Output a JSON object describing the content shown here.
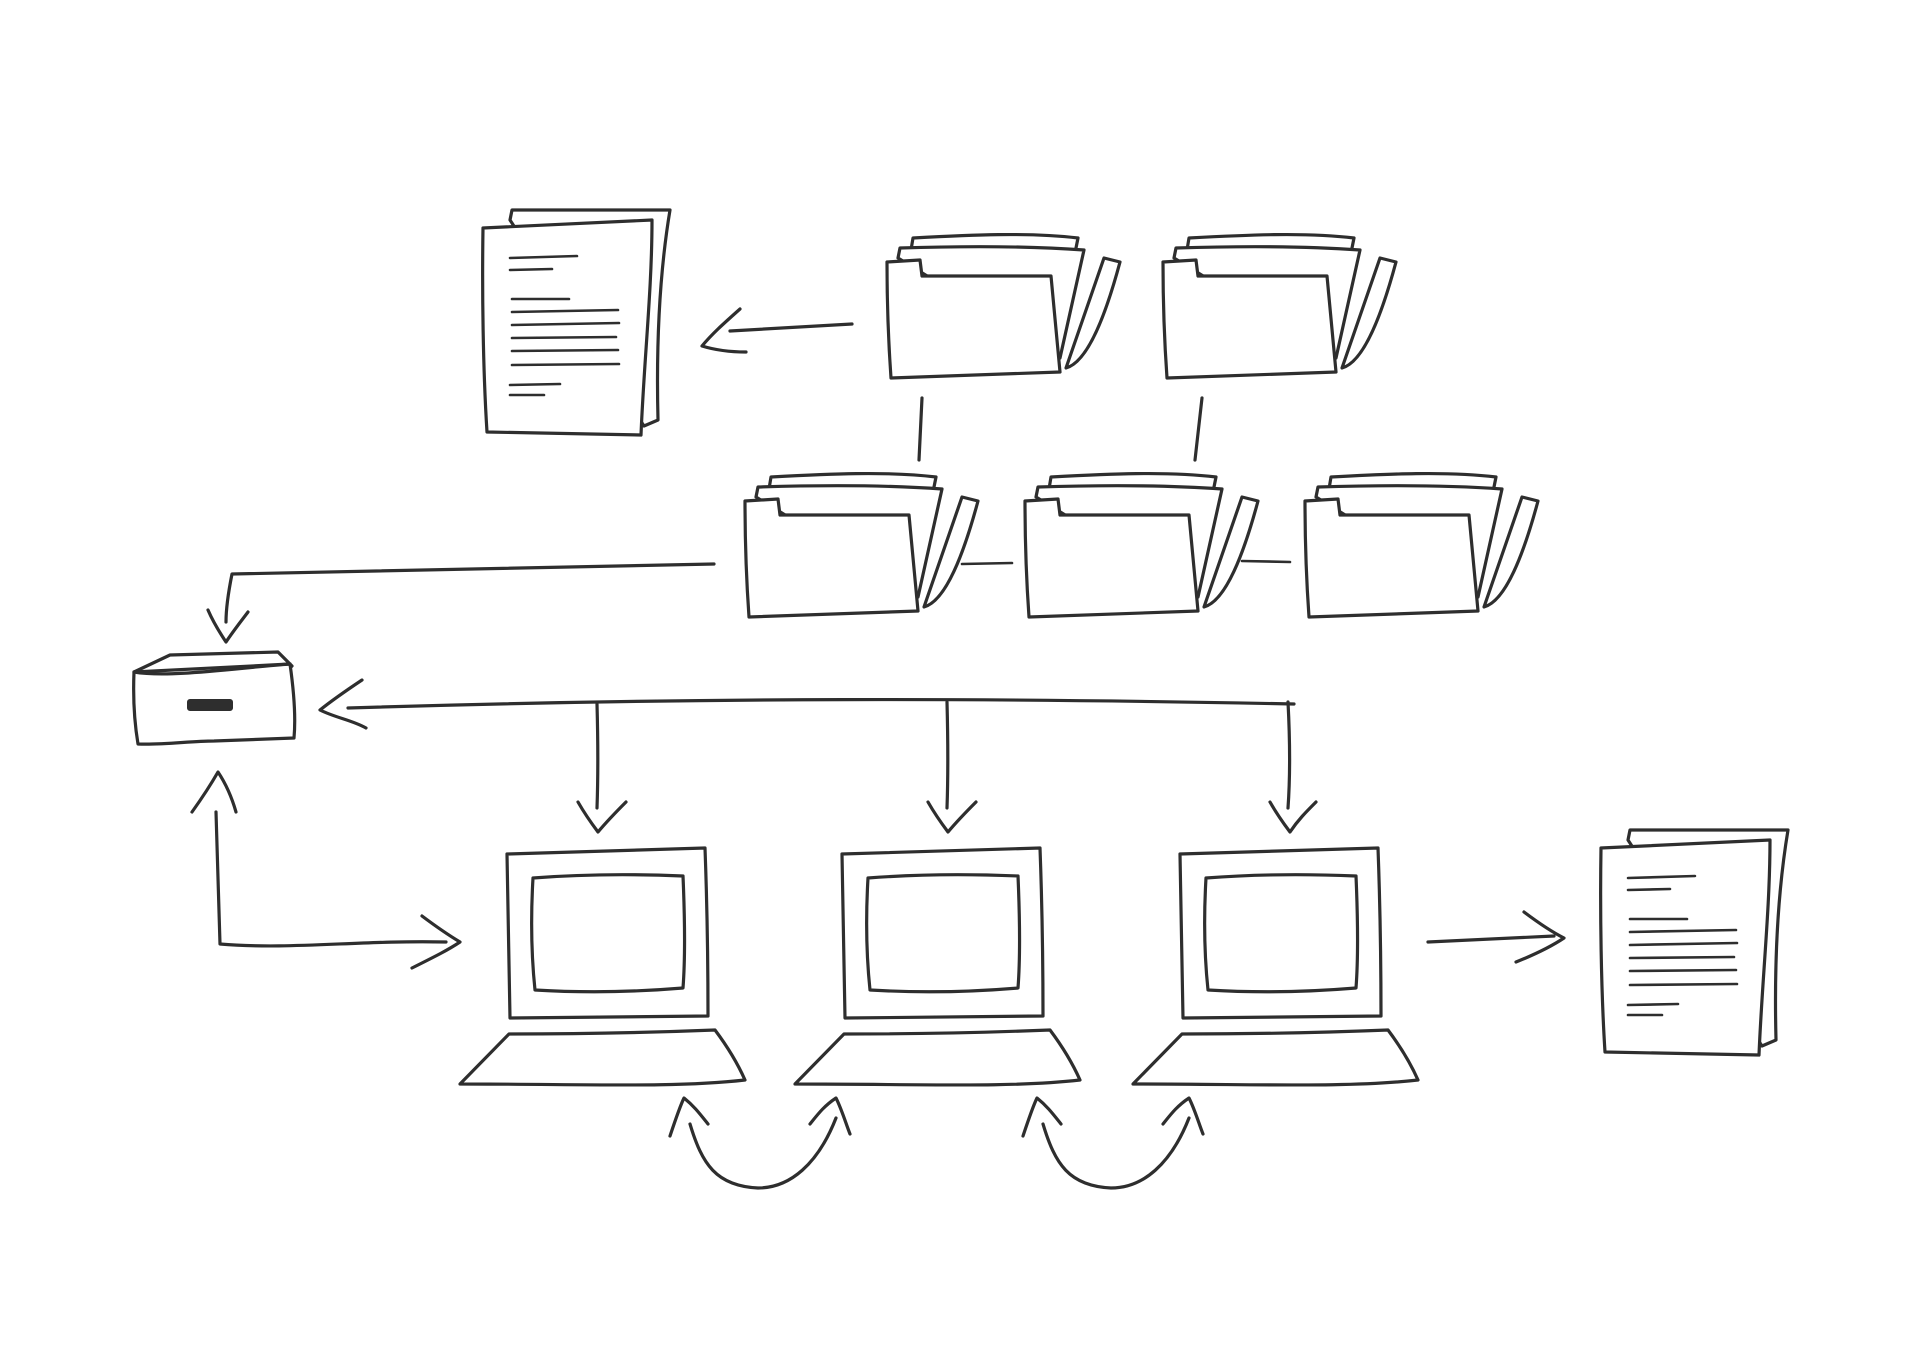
{
  "ink_color": "#2e2e2e",
  "background_color": "#ffffff",
  "nodes": {
    "documents": [
      "document-top-left",
      "document-bottom-right"
    ],
    "folders": [
      "folder-top-1",
      "folder-top-2",
      "folder-middle-1",
      "folder-middle-2",
      "folder-middle-3"
    ],
    "server": "server-box",
    "laptops": [
      "laptop-1",
      "laptop-2",
      "laptop-3"
    ]
  },
  "icons": [
    "document-icon",
    "folder-icon",
    "server-icon",
    "laptop-icon",
    "arrow-icon"
  ]
}
